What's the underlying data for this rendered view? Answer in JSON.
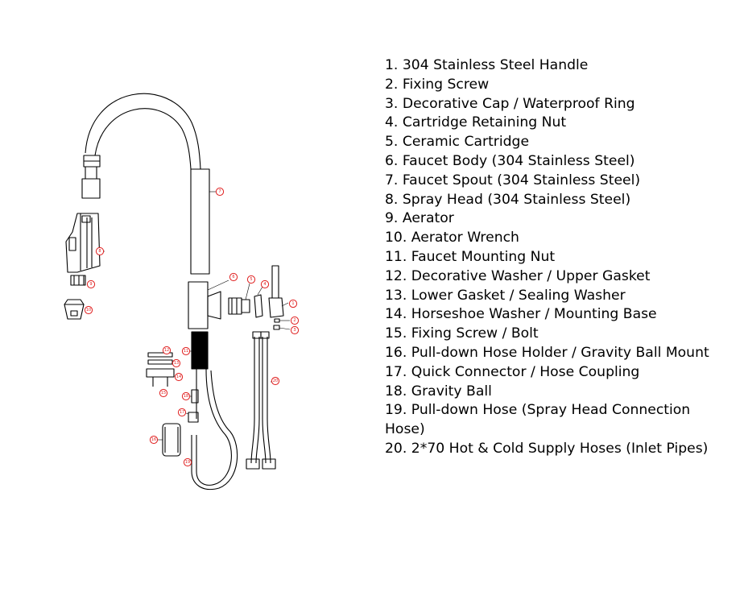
{
  "diagram": {
    "callouts": [
      "1",
      "2",
      "3",
      "4",
      "5",
      "6",
      "7",
      "8",
      "9",
      "10",
      "11",
      "12",
      "13",
      "14",
      "15",
      "16",
      "17",
      "18",
      "19",
      "20"
    ],
    "callout_color": "#e02020",
    "line_color": "#000000"
  },
  "parts": [
    "1. 304 Stainless Steel Handle",
    "2. Fixing Screw",
    "3. Decorative Cap / Waterproof Ring",
    "4. Cartridge Retaining Nut",
    "5. Ceramic Cartridge",
    "6. Faucet Body (304 Stainless Steel)",
    "7. Faucet Spout (304 Stainless Steel)",
    "8. Spray Head (304 Stainless Steel)",
    "9. Aerator",
    "10. Aerator Wrench",
    "11. Faucet Mounting Nut",
    "12. Decorative Washer / Upper Gasket",
    "13. Lower Gasket / Sealing Washer",
    "14. Horseshoe Washer / Mounting Base",
    "15. Fixing Screw / Bolt",
    "16. Pull-down Hose Holder / Gravity Ball Mount",
    "17. Quick Connector / Hose Coupling",
    "18. Gravity Ball",
    "19. Pull-down Hose (Spray Head Connection Hose)",
    "20. 2*70 Hot & Cold Supply Hoses (Inlet Pipes)"
  ]
}
